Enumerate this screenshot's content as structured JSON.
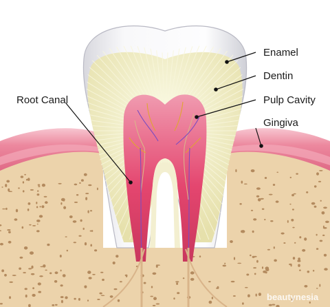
{
  "diagram": {
    "labels": {
      "enamel": "Enamel",
      "dentin": "Dentin",
      "pulp_cavity": "Pulp Cavity",
      "gingiva": "Gingiva",
      "root_canal": "Root Canal"
    },
    "watermark": "beautynesia",
    "colors": {
      "bone": "#ecd3ab",
      "bone_pores": "#b38a5e",
      "gum": "#e97a93",
      "gum_light": "#f7c1cc",
      "enamel": "#f4f4f6",
      "enamel_shadow": "#cfcfd6",
      "dentin": "#f1eed0",
      "pulp": "#e5476f",
      "nerve": "#d9b48a"
    }
  }
}
